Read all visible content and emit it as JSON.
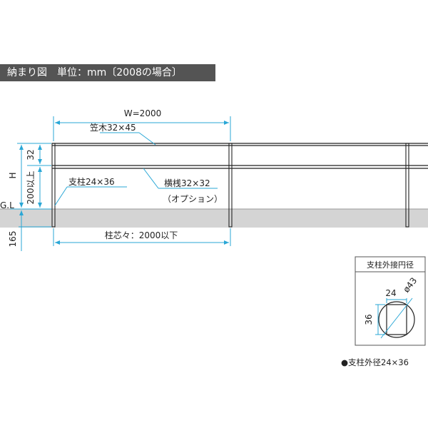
{
  "title": "納まり図　単位：mm〔2008の場合〕",
  "dims": {
    "width": "W=2000",
    "top_rail": "笠木32×45",
    "post": "支柱24×36",
    "rail": "横桟32×32",
    "rail_option": "（オプション）",
    "post_pitch": "柱芯々：2000以下",
    "height_h": "H",
    "height_200": "200以上",
    "dim_32": "32",
    "ground": "G.L",
    "embed_165": "165"
  },
  "detail": {
    "title": "支柱外接円径",
    "dim_24": "24",
    "dim_phi": "ø43",
    "dim_36": "36",
    "caption": "●支柱外径24×36"
  },
  "colors": {
    "header": "#545454",
    "ground": "#d4d4d4",
    "dimension": "#2aa7d6",
    "line": "#222222"
  }
}
